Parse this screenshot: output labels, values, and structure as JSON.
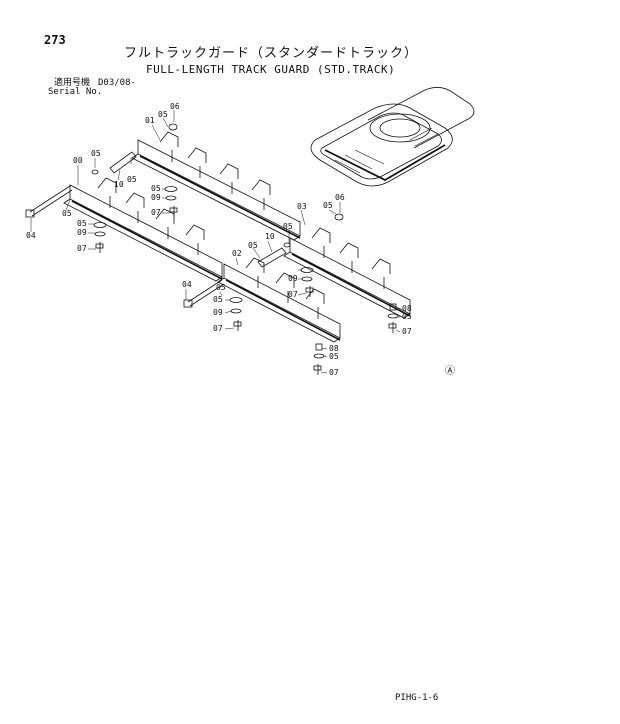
{
  "page": {
    "number": "273",
    "title_jp": "フルトラックガード（スタンダードトラック）",
    "title_en": "FULL-LENGTH TRACK GUARD (STD.TRACK)",
    "serial_label_jp": "適用号機",
    "serial_value": "D03/08-",
    "serial_label_en": "Serial No.",
    "footer_code": "PIHG-1-6",
    "mark": "Ⓐ"
  },
  "callouts": [
    "01",
    "05",
    "06",
    "00",
    "05",
    "10",
    "05",
    "05",
    "09",
    "07",
    "05",
    "05",
    "09",
    "07",
    "04",
    "05",
    "03",
    "05",
    "06",
    "10",
    "05",
    "02",
    "05",
    "09",
    "07",
    "04",
    "05",
    "09",
    "07",
    "08",
    "05",
    "07",
    "08",
    "05",
    "07"
  ]
}
